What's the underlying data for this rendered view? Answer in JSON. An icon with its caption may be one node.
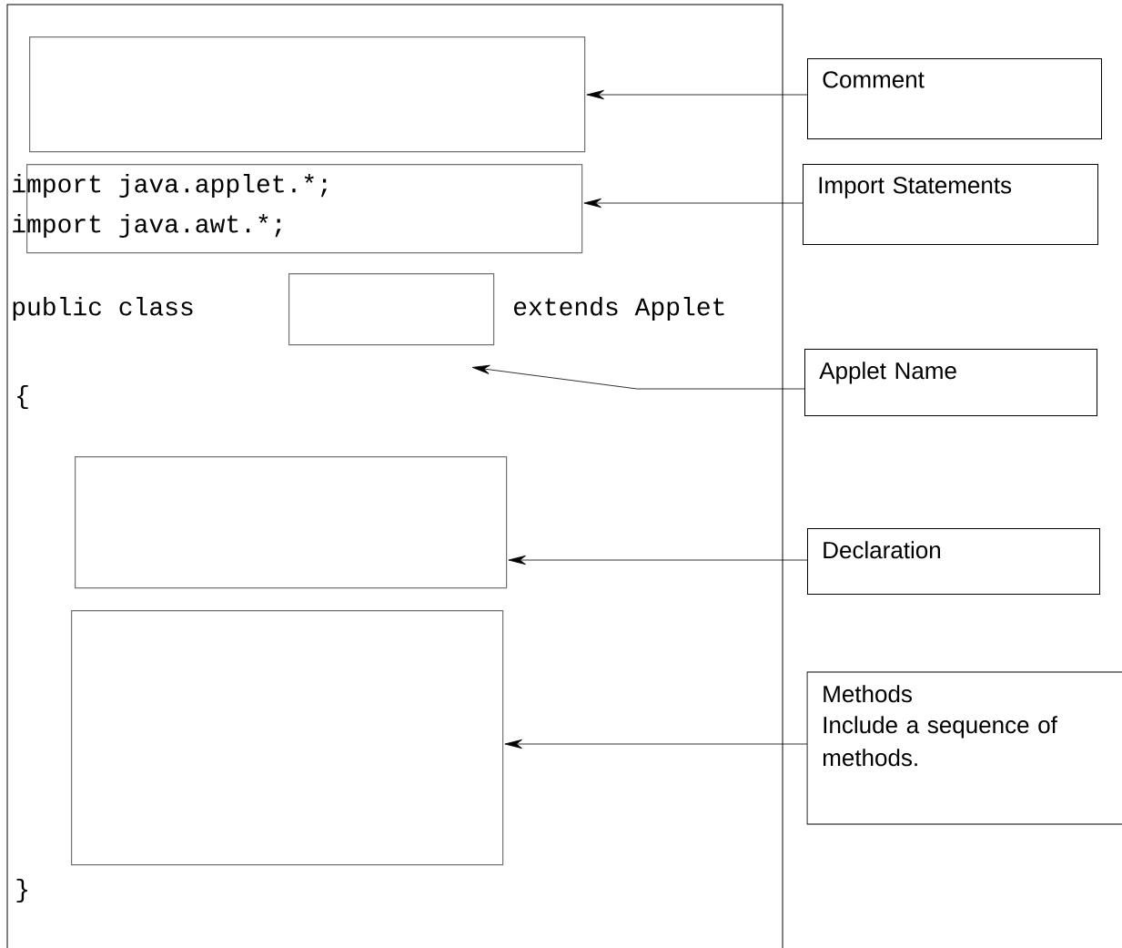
{
  "diagram": {
    "nodes": [
      {
        "text": [],
        "shape": "box"
      },
      {
        "text": [
          "import java.applet.*;",
          "import java.awt.*;"
        ]
      },
      {
        "text": [],
        "shape": "box"
      },
      {
        "text": [],
        "shape": "box"
      },
      {
        "text": [],
        "shape": "box"
      },
      {
        "text": [
          "Comment"
        ]
      },
      {
        "text": [
          "Import Statements"
        ]
      },
      {
        "text": [
          "Applet Name"
        ]
      },
      {
        "text": [
          "Declaration"
        ]
      },
      {
        "text": [
          "Methods",
          "Include a sequence of methods."
        ]
      }
    ],
    "edges": [
      {
        "from": 5,
        "to": 0,
        "arrow": "to"
      },
      {
        "from": 6,
        "to": 1,
        "arrow": "to"
      },
      {
        "from": 7,
        "to": 2,
        "arrow": "to"
      },
      {
        "from": 8,
        "to": 3,
        "arrow": "to"
      },
      {
        "from": 9,
        "to": 4,
        "arrow": "to"
      }
    ],
    "labels": [
      "public class",
      "extends Applet",
      "{",
      "}"
    ]
  }
}
